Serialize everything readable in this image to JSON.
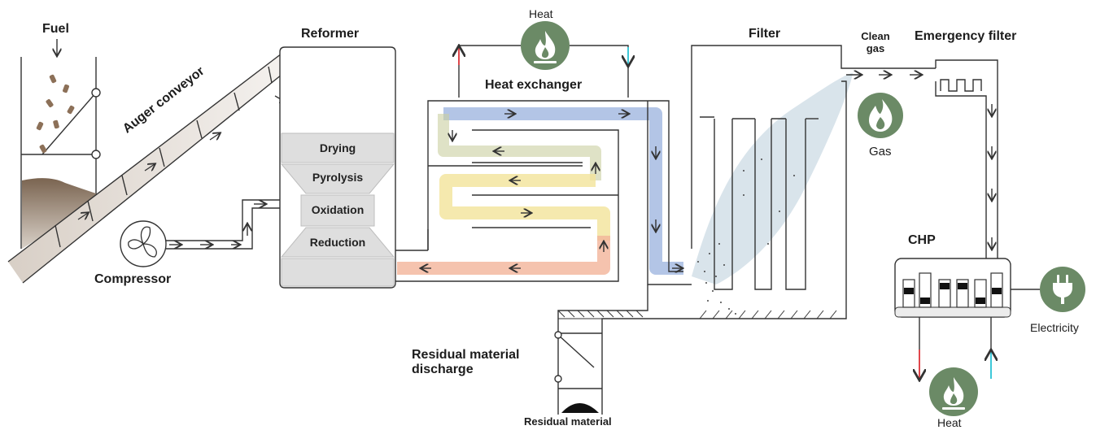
{
  "labels": {
    "fuel": "Fuel",
    "reformer": "Reformer",
    "heat_top": "Heat",
    "heat_exchanger": "Heat exchanger",
    "filter": "Filter",
    "clean_gas_line1": "Clean",
    "clean_gas_line2": "gas",
    "emergency_filter": "Emergency filter",
    "gas": "Gas",
    "auger_conveyor": "Auger conveyor",
    "compressor": "Compressor",
    "residual_discharge_line1": "Residual material",
    "residual_discharge_line2": "discharge",
    "residual_material": "Residual material",
    "chp": "CHP",
    "electricity": "Electricity",
    "heat_bottom": "Heat"
  },
  "reformer_stages": [
    "Drying",
    "Pyrolysis",
    "Oxidation",
    "Reduction"
  ],
  "icons": {
    "heat_top": "flame-icon",
    "gas": "fire-icon",
    "electricity": "plug-icon",
    "heat_bottom": "flame-icon",
    "compressor": "fan-icon"
  },
  "colors": {
    "icon_circle": "#6b8a66",
    "stage_fill": "#dedede",
    "line": "#333333",
    "hot_arrow": "#e0474c",
    "cold_arrow": "#3ec8d8",
    "flow_blue": "#8aa6d8",
    "flow_yellow": "#f3e39a",
    "flow_red": "#f2b49a",
    "gas_cloud": "#cfdde6"
  }
}
